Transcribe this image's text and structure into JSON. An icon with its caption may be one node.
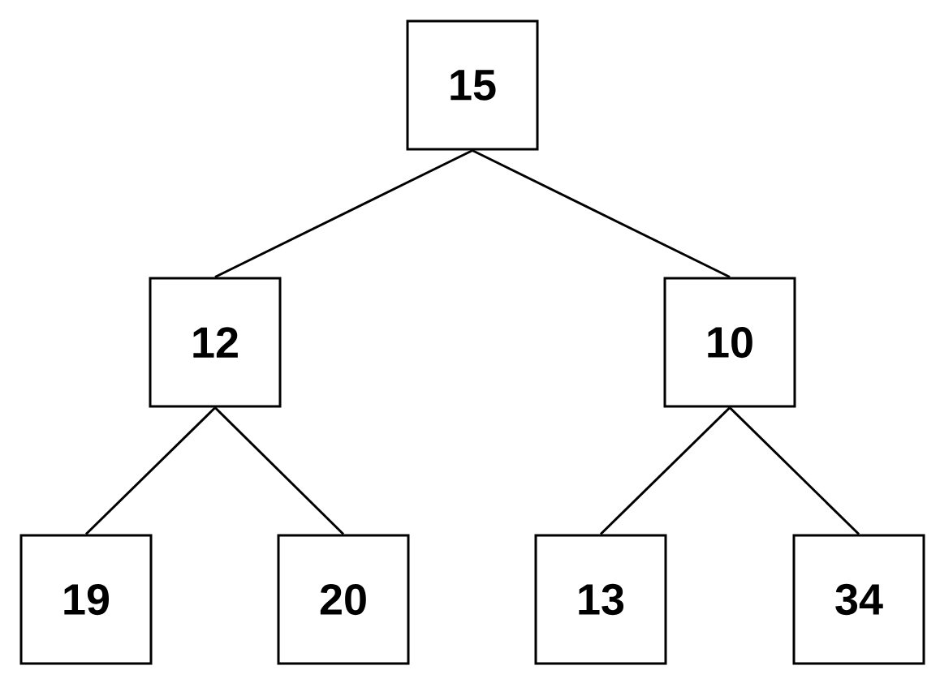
{
  "diagram": {
    "nodes": [
      {
        "text": [
          "15"
        ]
      },
      {
        "text": [
          "12"
        ]
      },
      {
        "text": [
          "10"
        ]
      },
      {
        "text": [
          "19"
        ]
      },
      {
        "text": [
          "20"
        ]
      },
      {
        "text": [
          "13"
        ]
      },
      {
        "text": [
          "34"
        ]
      }
    ],
    "edges": [
      {
        "from": 0,
        "to": 1,
        "arrow": "none"
      },
      {
        "from": 0,
        "to": 2,
        "arrow": "none"
      },
      {
        "from": 1,
        "to": 3,
        "arrow": "none"
      },
      {
        "from": 1,
        "to": 4,
        "arrow": "none"
      },
      {
        "from": 2,
        "to": 5,
        "arrow": "none"
      },
      {
        "from": 2,
        "to": 6,
        "arrow": "none"
      }
    ]
  }
}
